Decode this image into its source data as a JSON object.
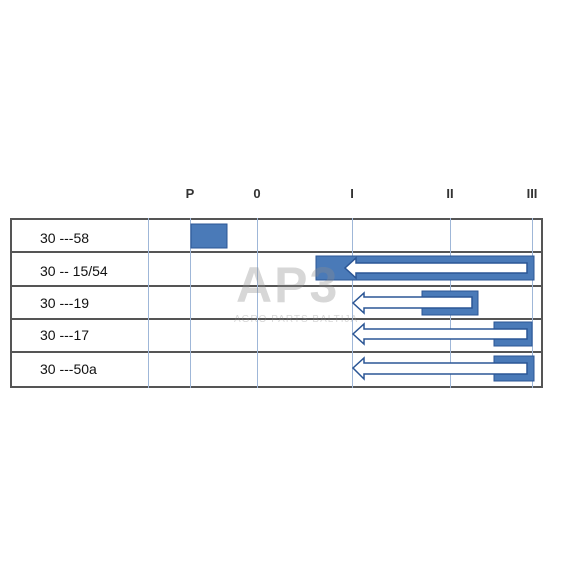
{
  "columns": [
    "P",
    "0",
    "I",
    "II",
    "III"
  ],
  "rows": [
    "30 ---58",
    "30 -- 15/54",
    "30 ---19",
    "30 ---17",
    "30 ---50a"
  ],
  "watermark": {
    "logo": "AP3",
    "text": "AGRO PARTS BALTIJA"
  },
  "colors": {
    "bar_fill": "#4a7ab8",
    "bar_stroke": "#2b5695",
    "grid_line": "#555555",
    "cell_line": "#9fb7d8"
  }
}
